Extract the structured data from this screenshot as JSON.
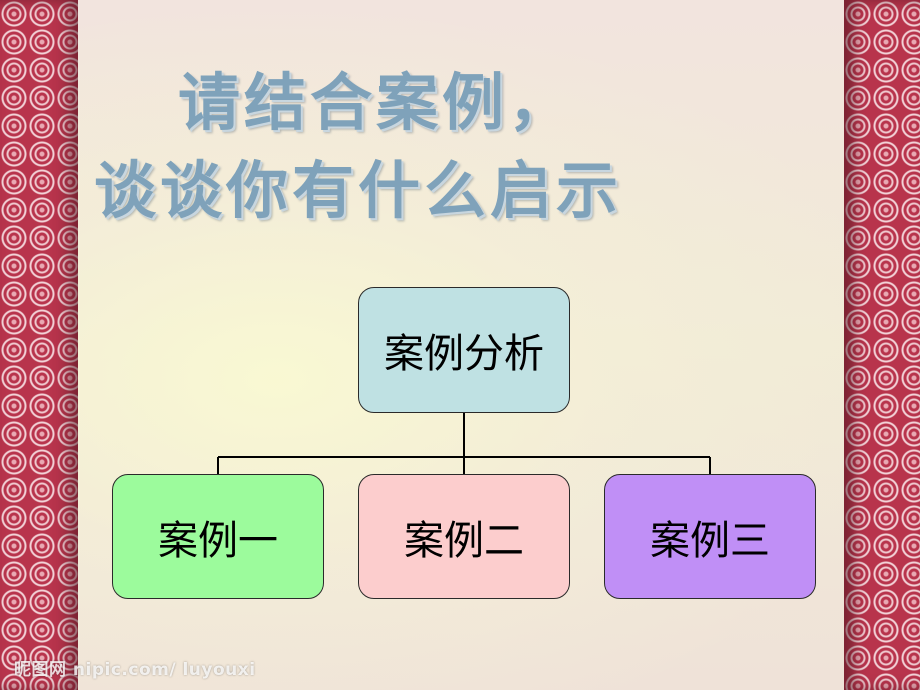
{
  "title": {
    "line1": "请结合案例，",
    "line2": "谈谈你有什么启示"
  },
  "diagram": {
    "root": "案例分析",
    "children": [
      "案例一",
      "案例二",
      "案例三"
    ]
  },
  "colors": {
    "title_text": "#7fa2ba",
    "root_fill": "#bfe1e3",
    "case1_fill": "#9cfb9c",
    "case2_fill": "#fccdcd",
    "case3_fill": "#c08ff6",
    "border": "#b8344c"
  },
  "watermark": "昵图网 nipic.com/ luyouxi"
}
